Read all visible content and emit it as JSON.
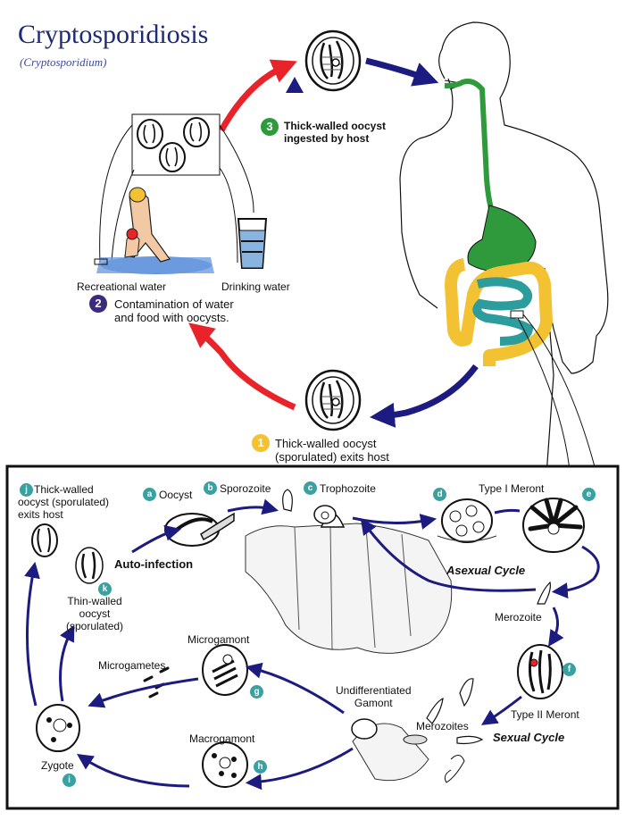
{
  "title": "Cryptosporidiosis",
  "subtitle": "(Cryptosporidium)",
  "steps": {
    "ingested": {
      "number": "3",
      "text": "Thick-walled oocyst\ningested by host",
      "marker": "i"
    },
    "contamination": {
      "number": "2",
      "text": "Contamination of water\nand food with oocysts."
    },
    "exits": {
      "number": "1",
      "text": "Thick-walled oocyst\n(sporulated) exits host"
    }
  },
  "sources": {
    "recreational": "Recreational water",
    "drinking": "Drinking water"
  },
  "stages": {
    "j": {
      "letter": "j",
      "text": "Thick-walled\noocyst (sporulated)\nexits host"
    },
    "a": {
      "letter": "a",
      "text": "Oocyst"
    },
    "b": {
      "letter": "b",
      "text": "Sporozoite"
    },
    "c": {
      "letter": "c",
      "text": "Trophozoite"
    },
    "d": {
      "letter": "d",
      "text": ""
    },
    "e": {
      "letter": "e",
      "text": "Type I Meront"
    },
    "f": {
      "letter": "f",
      "text": "Type II Meront"
    },
    "g": {
      "letter": "g",
      "text": "Microgamont"
    },
    "h": {
      "letter": "h",
      "text": "Macrogamont"
    },
    "i": {
      "letter": "i",
      "text": "Zygote"
    },
    "k": {
      "letter": "k",
      "text": "Thin-walled\noocyst\n(sporulated)"
    }
  },
  "labels": {
    "auto_infection": "Auto-infection",
    "asexual_cycle": "Asexual Cycle",
    "sexual_cycle": "Sexual Cycle",
    "merozoite": "Merozoite",
    "merozoites": "Merozoites",
    "microgametes": "Microgametes",
    "undifferentiated": "Undifferentiated\nGamont"
  },
  "colors": {
    "red_arrow": "#e8232a",
    "blue_arrow": "#1c1c80",
    "teal_badge": "#3aa0a0",
    "stomach": "#2f9a3c",
    "colon": "#f2c232",
    "small_intestine": "#2c9c9c"
  }
}
